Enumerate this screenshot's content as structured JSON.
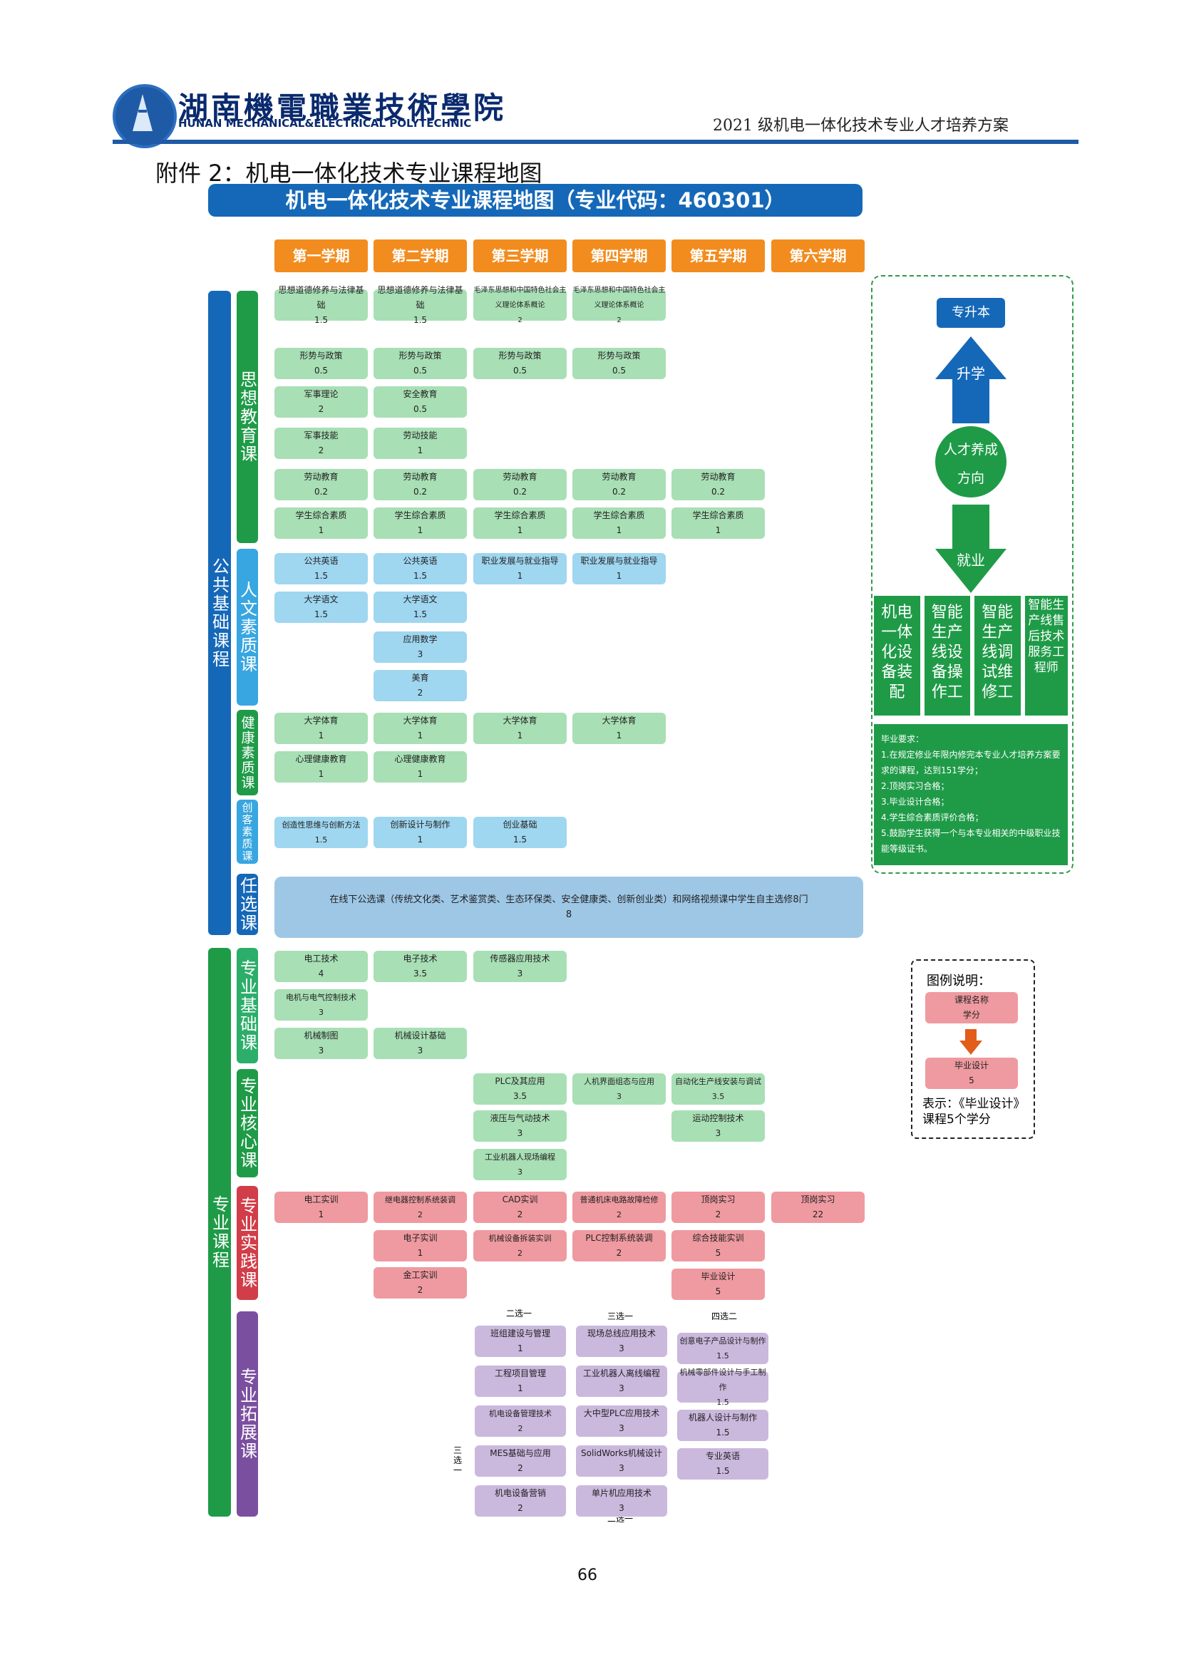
{
  "header": {
    "school_cn": "湖南機電職業技術學院",
    "school_en": "HUNAN MECHANICAL&ELECTRICAL POLYTECHNIC",
    "doc_title": "2021 级机电一体化技术专业人才培养方案"
  },
  "attachment_title": "附件 2：机电一体化技术专业课程地图",
  "banner": "机电一体化技术专业课程地图（专业代码：460301）",
  "semesters": [
    "第一学期",
    "第二学期",
    "第三学期",
    "第四学期",
    "第五学期",
    "第六学期"
  ],
  "categories": {
    "public": "公共基础课程",
    "ideology": "思想教育课",
    "humanities": "人文素质课",
    "health": "健康素质课",
    "innovation": "创客素质课",
    "elective": "任选课",
    "professional": "专业课程",
    "prof_base": "专业基础课",
    "prof_core": "专业核心课",
    "prof_practice": "专业实践课",
    "prof_ext": "专业拓展课"
  },
  "courses": {
    "c1": {
      "name": "思想道德修养与法律基础",
      "credit": "1.5"
    },
    "c2": {
      "name": "思想道德修养与法律基础",
      "credit": "1.5"
    },
    "c3": {
      "name": "毛泽东思想和中国特色社会主义理论体系概论",
      "credit": "2"
    },
    "c4": {
      "name": "毛泽东思想和中国特色社会主义理论体系概论",
      "credit": "2"
    },
    "c5": {
      "name": "形势与政策",
      "credit": "0.5"
    },
    "c6": {
      "name": "形势与政策",
      "credit": "0.5"
    },
    "c7": {
      "name": "形势与政策",
      "credit": "0.5"
    },
    "c8": {
      "name": "形势与政策",
      "credit": "0.5"
    },
    "c9": {
      "name": "军事理论",
      "credit": "2"
    },
    "c10": {
      "name": "安全教育",
      "credit": "0.5"
    },
    "c11": {
      "name": "军事技能",
      "credit": "2"
    },
    "c12": {
      "name": "劳动技能",
      "credit": "1"
    },
    "c13": {
      "name": "劳动教育",
      "credit": "0.2"
    },
    "c14": {
      "name": "劳动教育",
      "credit": "0.2"
    },
    "c15": {
      "name": "劳动教育",
      "credit": "0.2"
    },
    "c16": {
      "name": "劳动教育",
      "credit": "0.2"
    },
    "c17": {
      "name": "劳动教育",
      "credit": "0.2"
    },
    "c18": {
      "name": "学生综合素质",
      "credit": "1"
    },
    "c19": {
      "name": "学生综合素质",
      "credit": "1"
    },
    "c20": {
      "name": "学生综合素质",
      "credit": "1"
    },
    "c21": {
      "name": "学生综合素质",
      "credit": "1"
    },
    "c22": {
      "name": "学生综合素质",
      "credit": "1"
    },
    "h1": {
      "name": "公共英语",
      "credit": "1.5"
    },
    "h2": {
      "name": "公共英语",
      "credit": "1.5"
    },
    "h3": {
      "name": "职业发展与就业指导",
      "credit": "1"
    },
    "h4": {
      "name": "职业发展与就业指导",
      "credit": "1"
    },
    "h5": {
      "name": "大学语文",
      "credit": "1.5"
    },
    "h6": {
      "name": "大学语文",
      "credit": "1.5"
    },
    "h7": {
      "name": "应用数学",
      "credit": "3"
    },
    "h8": {
      "name": "美育",
      "credit": "2"
    },
    "k1": {
      "name": "大学体育",
      "credit": "1"
    },
    "k2": {
      "name": "大学体育",
      "credit": "1"
    },
    "k3": {
      "name": "大学体育",
      "credit": "1"
    },
    "k4": {
      "name": "大学体育",
      "credit": "1"
    },
    "k5": {
      "name": "心理健康教育",
      "credit": "1"
    },
    "k6": {
      "name": "心理健康教育",
      "credit": "1"
    },
    "i1": {
      "name": "创造性思维与创新方法",
      "credit": "1.5"
    },
    "i2": {
      "name": "创新设计与制作",
      "credit": "1"
    },
    "i3": {
      "name": "创业基础",
      "credit": "1.5"
    },
    "e1": {
      "name": "在线下公选课（传统文化类、艺术鉴赏类、生态环保类、安全健康类、创新创业类）和网络视频课中学生自主选修8门",
      "credit": "8"
    },
    "pb1": {
      "name": "电工技术",
      "credit": "4"
    },
    "pb2": {
      "name": "电子技术",
      "credit": "3.5"
    },
    "pb3": {
      "name": "传感器应用技术",
      "credit": "3"
    },
    "pb4": {
      "name": "电机与电气控制技术",
      "credit": "3"
    },
    "pb5": {
      "name": "机械制图",
      "credit": "3"
    },
    "pb6": {
      "name": "机械设计基础",
      "credit": "3"
    },
    "pc1": {
      "name": "PLC及其应用",
      "credit": "3.5"
    },
    "pc2": {
      "name": "人机界面组态与应用",
      "credit": "3"
    },
    "pc3": {
      "name": "自动化生产线安装与调试",
      "credit": "3.5"
    },
    "pc4": {
      "name": "液压与气动技术",
      "credit": "3"
    },
    "pc5": {
      "name": "运动控制技术",
      "credit": "3"
    },
    "pc6": {
      "name": "工业机器人现场编程",
      "credit": "3"
    },
    "pp1": {
      "name": "电工实训",
      "credit": "1"
    },
    "pp2": {
      "name": "继电器控制系统装调",
      "credit": "2"
    },
    "pp3": {
      "name": "CAD实训",
      "credit": "2"
    },
    "pp4": {
      "name": "普通机床电路故障检修",
      "credit": "2"
    },
    "pp5": {
      "name": "顶岗实习",
      "credit": "2"
    },
    "pp6": {
      "name": "顶岗实习",
      "credit": "22"
    },
    "pp7": {
      "name": "电子实训",
      "credit": "1"
    },
    "pp8": {
      "name": "机械设备拆装实训",
      "credit": "2"
    },
    "pp9": {
      "name": "PLC控制系统装调",
      "credit": "2"
    },
    "pp10": {
      "name": "综合技能实训",
      "credit": "5"
    },
    "pp11": {
      "name": "金工实训",
      "credit": "2"
    },
    "pp12": {
      "name": "毕业设计",
      "credit": "5"
    },
    "px1": {
      "name": "班组建设与管理",
      "credit": "1"
    },
    "px2": {
      "name": "工程项目管理",
      "credit": "1"
    },
    "px3": {
      "name": "机电设备管理技术",
      "credit": "2"
    },
    "px4": {
      "name": "MES基础与应用",
      "credit": "2"
    },
    "px5": {
      "name": "机电设备营销",
      "credit": "2"
    },
    "px6": {
      "name": "现场总线应用技术",
      "credit": "3"
    },
    "px7": {
      "name": "工业机器人离线编程",
      "credit": "3"
    },
    "px8": {
      "name": "大中型PLC应用技术",
      "credit": "3"
    },
    "px9": {
      "name": "SolidWorks机械设计",
      "credit": "3"
    },
    "px10": {
      "name": "单片机应用技术",
      "credit": "3"
    },
    "px11": {
      "name": "创意电子产品设计与制作",
      "credit": "1.5"
    },
    "px12": {
      "name": "机械零部件设计与手工制作",
      "credit": "1.5"
    },
    "px13": {
      "name": "机器人设计与制作",
      "credit": "1.5"
    },
    "px14": {
      "name": "专业英语",
      "credit": "1.5"
    }
  },
  "choice_labels": {
    "a": "二选一",
    "b": "三选一",
    "c": "四选二",
    "d": "三选一",
    "e": "二选一"
  },
  "right_panel": {
    "upgrade": "专升本",
    "study": "升学",
    "direction1": "人才养成",
    "direction2": "方向",
    "job": "就业",
    "jobs": [
      "机电一体化设备装配",
      "智能生产线设备操作工",
      "智能生产线调试维修工",
      "智能生产线售后技术服务工程师"
    ],
    "grad_title": "毕业要求：",
    "grad_items": [
      "1.在规定修业年限内修完本专业人才培养方案要求的课程，达到151学分；",
      "2.顶岗实习合格；",
      "3.毕业设计合格；",
      "4.学生综合素质评价合格；",
      "5.鼓励学生获得一个与本专业相关的中级职业技能等级证书。"
    ]
  },
  "legend": {
    "title": "图例说明：",
    "box1_name": "课程名称",
    "box1_credit": "学分",
    "box2_name": "毕业设计",
    "box2_credit": "5",
    "note": "表示：《毕业设计》课程5个学分"
  },
  "page_number": "66",
  "colors": {
    "blue": "#1568b8",
    "orange": "#f28c1e",
    "green": "#1f9b48",
    "red": "#d13d48",
    "purple": "#7b4fa0"
  }
}
